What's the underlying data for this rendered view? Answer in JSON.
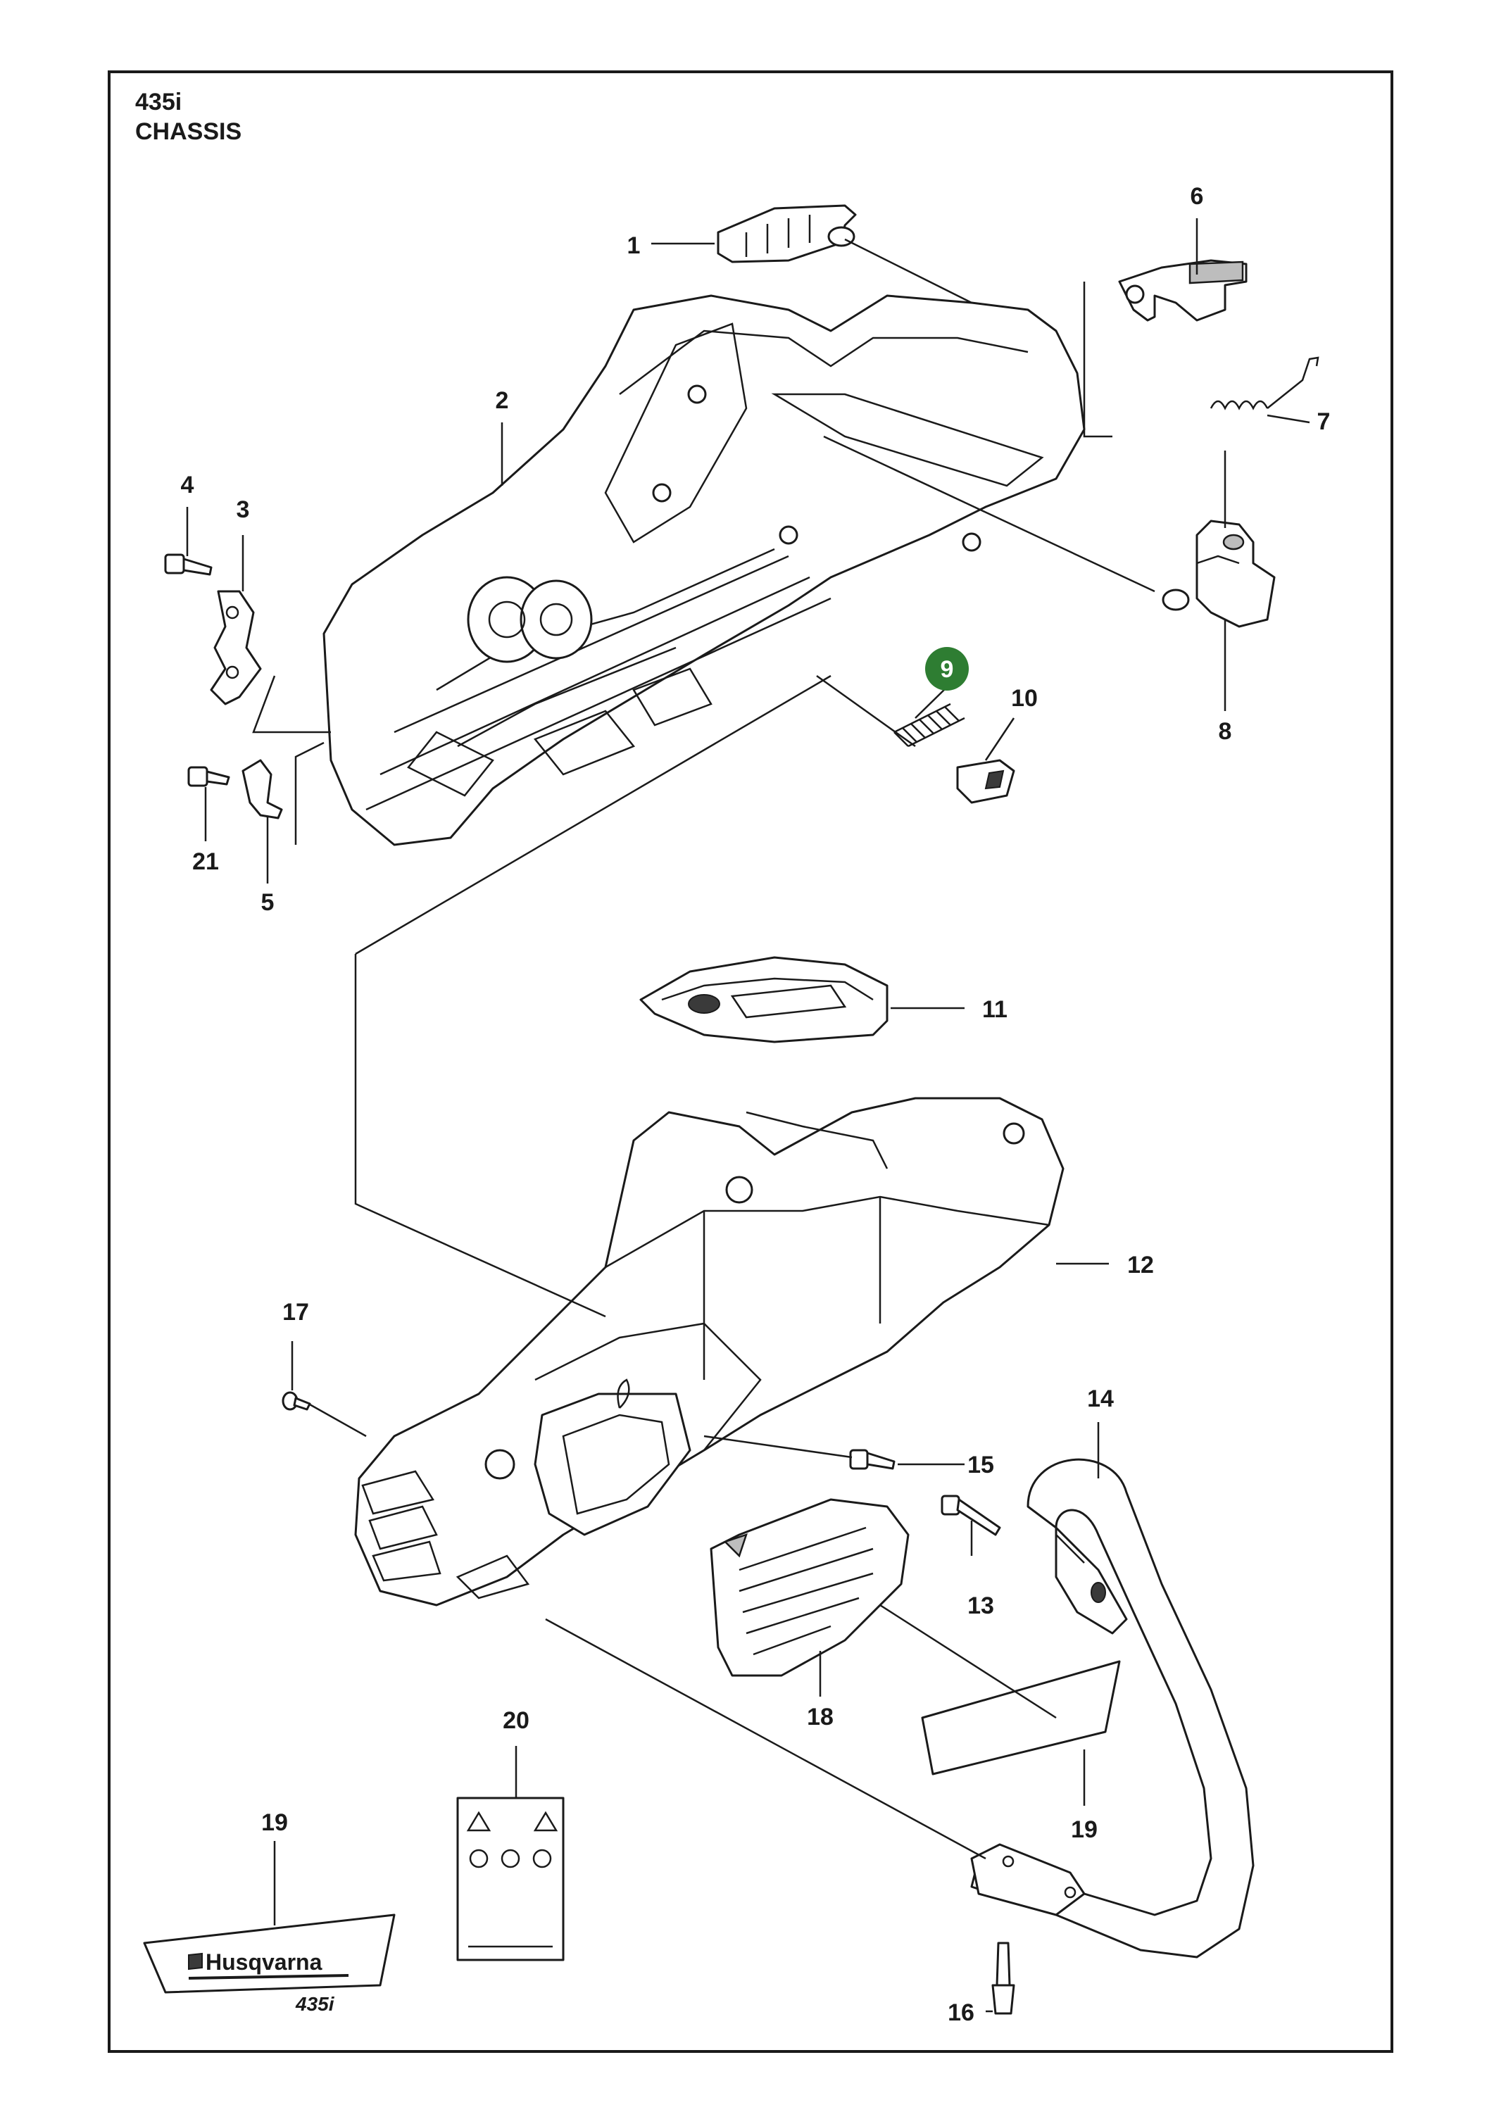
{
  "header": {
    "model": "435i",
    "section": "CHASSIS"
  },
  "highlight_color": "#2e7d32",
  "callouts": {
    "c1": "1",
    "c2": "2",
    "c3": "3",
    "c4": "4",
    "c5": "5",
    "c6": "6",
    "c7": "7",
    "c8": "8",
    "c9": "9",
    "c10": "10",
    "c11": "11",
    "c12": "12",
    "c13": "13",
    "c14": "14",
    "c15": "15",
    "c16": "16",
    "c17": "17",
    "c18": "18",
    "c19a": "19",
    "c19b": "19",
    "c20": "20",
    "c21": "21"
  },
  "highlighted_callout": "9",
  "decal": {
    "brand": "Husqvarna",
    "model": "435i"
  }
}
